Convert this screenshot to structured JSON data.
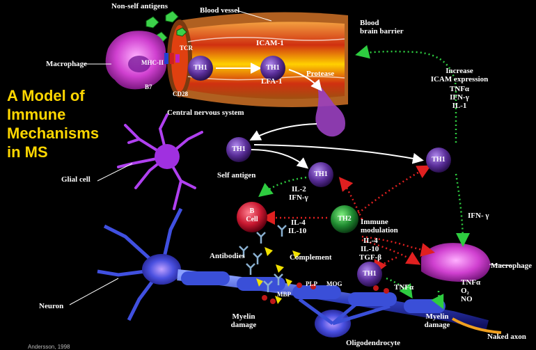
{
  "title_lines": [
    "A Model of",
    "Immune",
    "Mechanisms",
    "in MS"
  ],
  "citation": "Andersson, 1998",
  "labels": {
    "non_self_antigens": "Non-self antigens",
    "blood_vessel": "Blood vessel",
    "blood_brain_barrier_1": "Blood",
    "blood_brain_barrier_2": "brain barrier",
    "macrophage_left": "Macrophage",
    "mhc_ii": "MHC-II",
    "tcr": "TCR",
    "b7": "B7",
    "cd28": "CD28",
    "icam1": "ICAM-1",
    "lfa1": "LFA-1",
    "protease": "Protease",
    "cns": "Central nervous system",
    "increase_icam_1": "Increase",
    "increase_icam_2": "ICAM  expression",
    "tnf_alpha": "TNFα",
    "ifn_gamma": "IFN-γ",
    "il1": "IL-1",
    "glial_cell": "Glial  cell",
    "self_antigen": "Self antigen",
    "il2": "IL-2",
    "ifn_gamma_2": "IFN-γ",
    "ifn_gamma_right": "IFN- γ",
    "il4": "IL-4",
    "il10": "IL-10",
    "immune_mod_1": "Immune",
    "immune_mod_2": "modulation",
    "il4_b": "IL-4",
    "il10_b": "IL-10",
    "tgf_beta": "TGF-β",
    "antibodies": "Antibodies",
    "complement": "Complement",
    "macrophage_right": "Macrophage",
    "neuron": "Neuron",
    "mbp": "MBP",
    "plp": "PLP",
    "mog": "MOG",
    "tnf_alpha_2": "TNFα",
    "tnf_alpha_3": "TNFα",
    "o2": "O₂",
    "no": "NO",
    "myelin_damage_1": "Myelin",
    "myelin_damage_1b": "damage",
    "myelin_damage_2": "Myelin",
    "myelin_damage_2b": "damage",
    "naked_axon": "Naked axon",
    "oligodendrocyte": "Oligodendrocyte"
  },
  "cells": {
    "th1": "TH1",
    "th2": "TH2",
    "b_cell_1": "B",
    "b_cell_2": "Cell"
  },
  "colors": {
    "title": "#ffd700",
    "th1": "#6a3fa0",
    "th2": "#1f9a3a",
    "b_cell": "#d8243a",
    "green_arrow": "#2ecc40",
    "red_arrow": "#e02020",
    "vessel": "#d2691e",
    "neuron": "#3a4fd8",
    "glial": "#a040e0"
  }
}
